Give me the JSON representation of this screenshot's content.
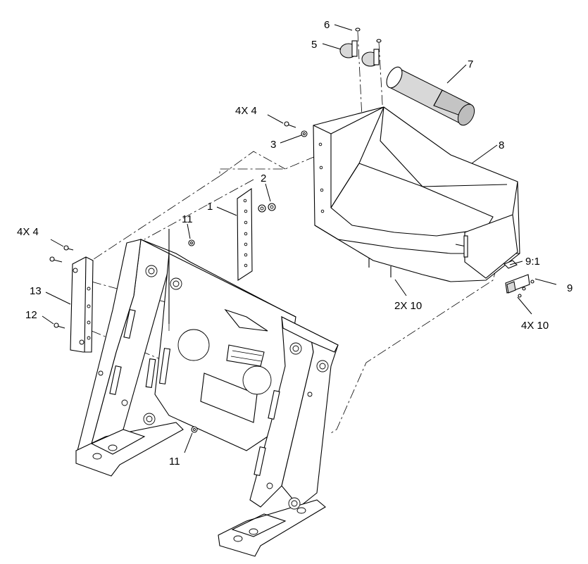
{
  "diagram": {
    "callouts": [
      {
        "id": "c6",
        "text": "6"
      },
      {
        "id": "c5",
        "text": "5"
      },
      {
        "id": "c7",
        "text": "7"
      },
      {
        "id": "c4x4a",
        "text": "4X 4"
      },
      {
        "id": "c3",
        "text": "3"
      },
      {
        "id": "c8",
        "text": "8"
      },
      {
        "id": "c2",
        "text": "2"
      },
      {
        "id": "c1",
        "text": "1"
      },
      {
        "id": "c11a",
        "text": "11"
      },
      {
        "id": "c4x4b",
        "text": "4X 4"
      },
      {
        "id": "c13",
        "text": "13"
      },
      {
        "id": "c12",
        "text": "12"
      },
      {
        "id": "c91",
        "text": "9:1"
      },
      {
        "id": "c9",
        "text": "9"
      },
      {
        "id": "c2x10",
        "text": "2X 10"
      },
      {
        "id": "c4x10",
        "text": "4X 10"
      },
      {
        "id": "c11b",
        "text": "11"
      }
    ]
  }
}
